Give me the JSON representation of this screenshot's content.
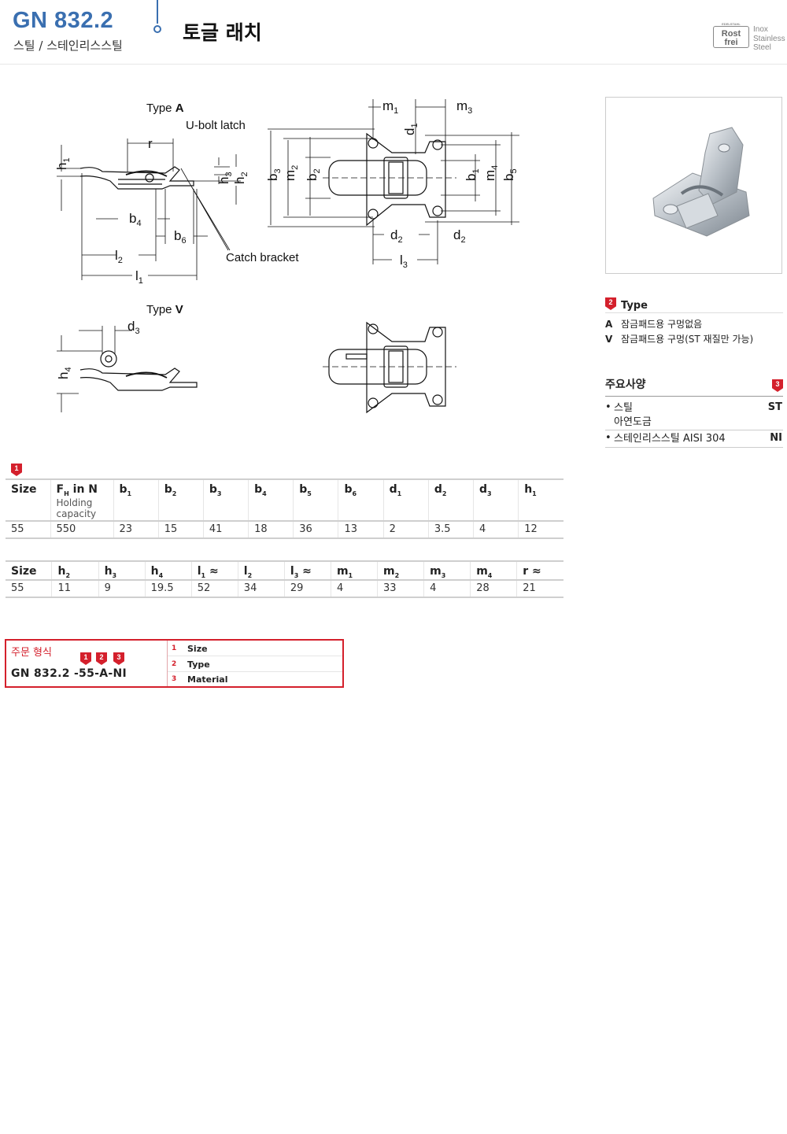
{
  "header": {
    "code": "GN 832.2",
    "subtitle": "스틸 / 스테인리스스틸",
    "title": "토글 래치",
    "badge": {
      "small": "EDELSTAHL",
      "line1": "Rost",
      "line2": "frei"
    },
    "inox": [
      "Inox",
      "Stainless",
      "Steel"
    ]
  },
  "drawing": {
    "typeA_prefix": "Type ",
    "typeA": "A",
    "typeV_prefix": "Type ",
    "typeV": "V",
    "ubolt": "U-bolt latch",
    "catch": "Catch bracket"
  },
  "type_section": {
    "marker": "2",
    "label": "Type",
    "items": [
      {
        "key": "A",
        "text": "잠금패드용 구멍없음"
      },
      {
        "key": "V",
        "text": "잠금패드용 구멍(ST 재질만 가능)"
      }
    ]
  },
  "spec_section": {
    "title": "주요사양",
    "marker": "3",
    "items": [
      {
        "line1": "스틸",
        "line2": "아연도금",
        "abbr": "ST"
      },
      {
        "line1": "스테인리스스틸 AISI 304",
        "line2": "",
        "abbr": "NI"
      }
    ]
  },
  "table_marker": "1",
  "table1": {
    "headers": [
      "Size",
      "F",
      "b",
      "b",
      "b",
      "b",
      "b",
      "b",
      "d",
      "d",
      "d",
      "h"
    ],
    "subs": [
      "",
      "H",
      "1",
      "2",
      "3",
      "4",
      "5",
      "6",
      "1",
      "2",
      "3",
      "1"
    ],
    "fh_suffix": " in N",
    "holding": "Holding capacity",
    "row": [
      "55",
      "550",
      "23",
      "15",
      "41",
      "18",
      "36",
      "13",
      "2",
      "3.5",
      "4",
      "12"
    ]
  },
  "table2": {
    "headers": [
      "Size",
      "h",
      "h",
      "h",
      "l",
      "l",
      "l",
      "m",
      "m",
      "m",
      "m",
      "r"
    ],
    "subs": [
      "",
      "2",
      "3",
      "4",
      "1",
      "2",
      "3",
      "1",
      "2",
      "3",
      "4",
      ""
    ],
    "suffix": [
      "",
      "",
      "",
      "",
      " ≈",
      "",
      " ≈",
      "",
      "",
      "",
      "",
      " ≈"
    ],
    "row": [
      "55",
      "11",
      "9",
      "19.5",
      "52",
      "34",
      "29",
      "4",
      "33",
      "4",
      "28",
      "21"
    ]
  },
  "order": {
    "label": "주문 형식",
    "code": "GN  832.2  -55-A-NI",
    "markers": [
      "1",
      "2",
      "3"
    ],
    "rows": [
      {
        "n": "1",
        "text": "Size"
      },
      {
        "n": "2",
        "text": "Type"
      },
      {
        "n": "3",
        "text": "Material"
      }
    ]
  },
  "colors": {
    "brand_blue": "#3a6fb0",
    "accent_red": "#d4202c"
  }
}
